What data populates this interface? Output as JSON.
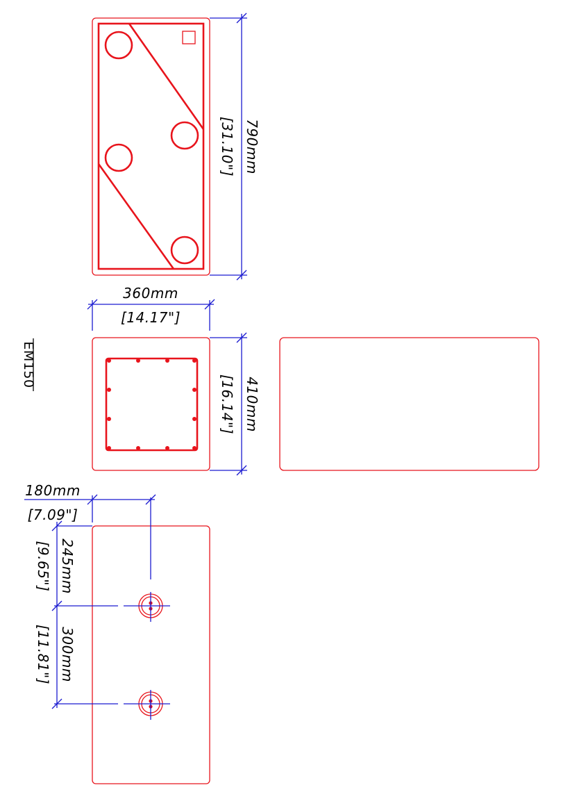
{
  "drawing_code": "EM150",
  "dimensions": {
    "length": {
      "mm": "790mm",
      "inch": "[31.10\"]"
    },
    "width": {
      "mm": "360mm",
      "inch": "[14.17\"]"
    },
    "height": {
      "mm": "410mm",
      "inch": "[16.14\"]"
    },
    "hole_offset_x": {
      "mm": "180mm",
      "inch": "[7.09\"]"
    },
    "hole_offset_y": {
      "mm": "245mm",
      "inch": "[9.65\"]"
    },
    "hole_spacing": {
      "mm": "300mm",
      "inch": "[11.81\"]"
    }
  },
  "colors": {
    "outline": "#e8141c",
    "dimension": "#1a1ad0",
    "text": "#000000"
  }
}
